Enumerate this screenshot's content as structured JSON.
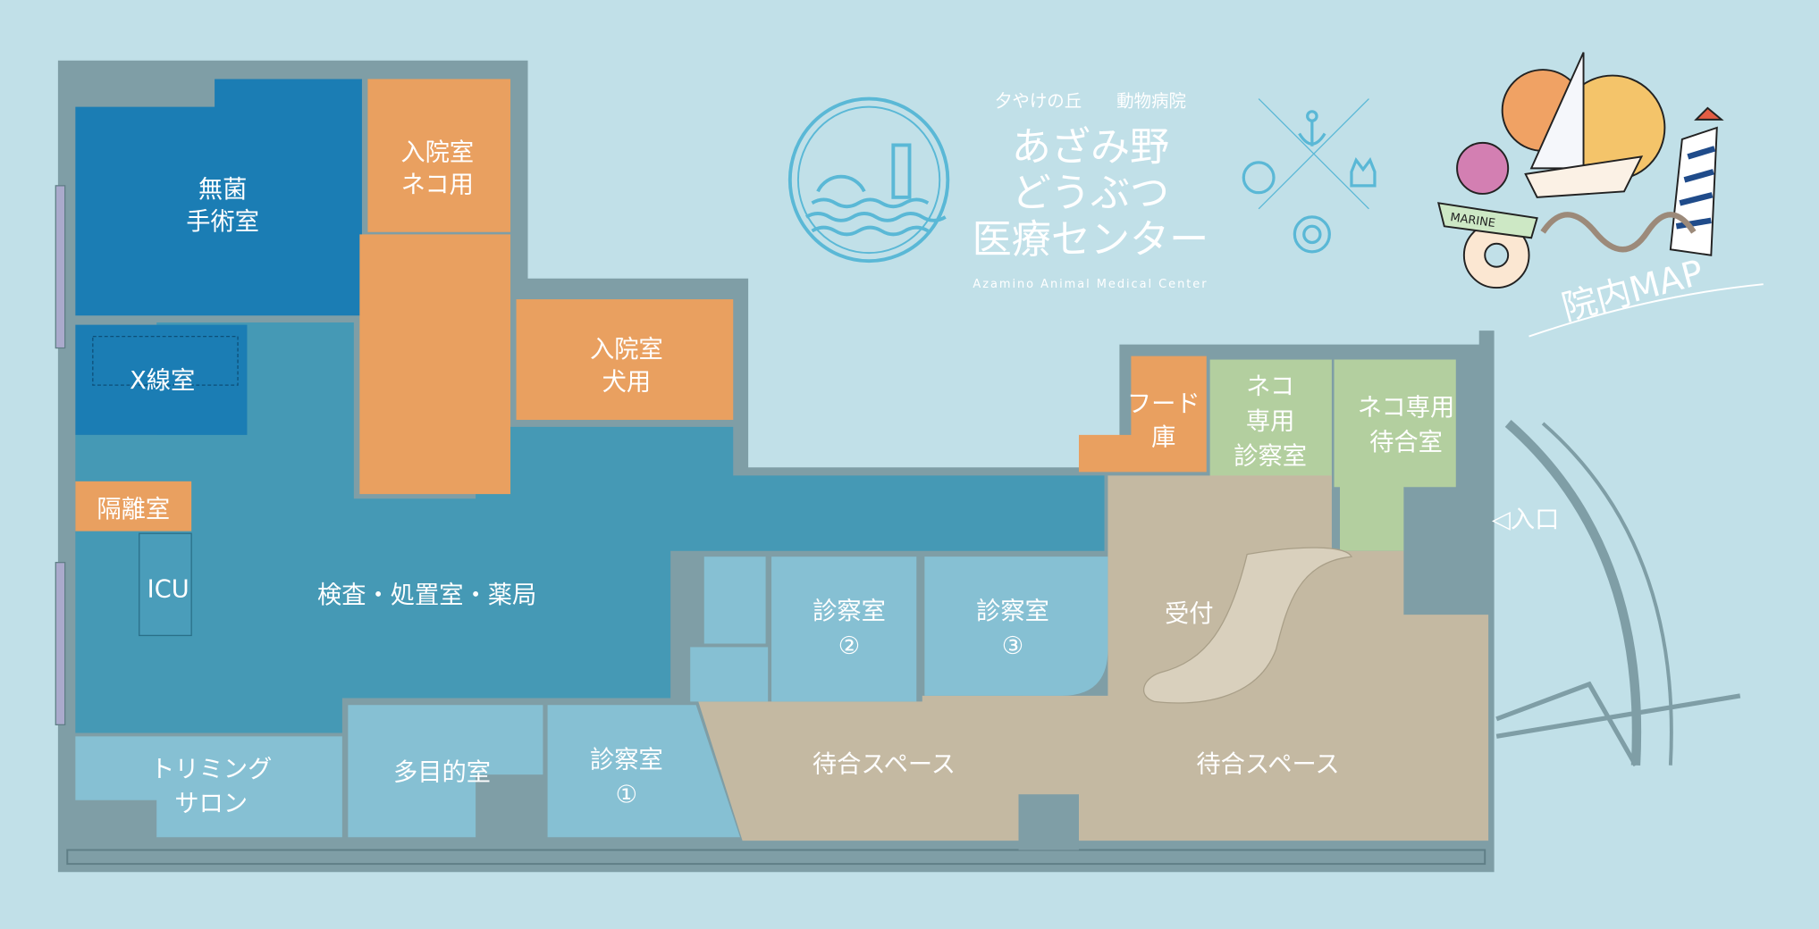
{
  "header": {
    "hospital_prefix": "夕やけの丘",
    "hospital_suffix": "動物病院",
    "title_line1": "あざみ野",
    "title_line2": "どうぶつ",
    "title_line3": "医療センター",
    "subtitle": "Azamino Animal Medical Center",
    "map_badge": "院内MAP",
    "ribbon": "MARINE"
  },
  "rooms": {
    "surgery": [
      "無菌",
      "手術室"
    ],
    "ward_cat": [
      "入院室",
      "ネコ用"
    ],
    "ward_dog": [
      "入院室",
      "犬用"
    ],
    "xray": "X線室",
    "isolation": "隔離室",
    "icu": "ICU",
    "lab": "検査・処置室・薬局",
    "food": [
      "フード",
      "庫"
    ],
    "cat_exam": [
      "ネコ",
      "専用",
      "診察室"
    ],
    "cat_waiting": [
      "ネコ専用",
      "待合室"
    ],
    "entrance": "◁入口",
    "reception": "受付",
    "exam2": [
      "診察室",
      "②"
    ],
    "exam3": [
      "診察室",
      "③"
    ],
    "exam1": [
      "診察室",
      "①"
    ],
    "trimming": [
      "トリミング",
      "サロン"
    ],
    "multipurpose": "多目的室",
    "waiting_left": "待合スペース",
    "waiting_right": "待合スペース"
  },
  "colors": {
    "background": "#c1e0e8",
    "wall": "#7f9ea6",
    "dark_blue": "#1b7db4",
    "teal": "#4599b5",
    "light_blue": "#86c0d3",
    "orange": "#e9a060",
    "green": "#b3cf9f",
    "beige": "#c4b9a2"
  }
}
